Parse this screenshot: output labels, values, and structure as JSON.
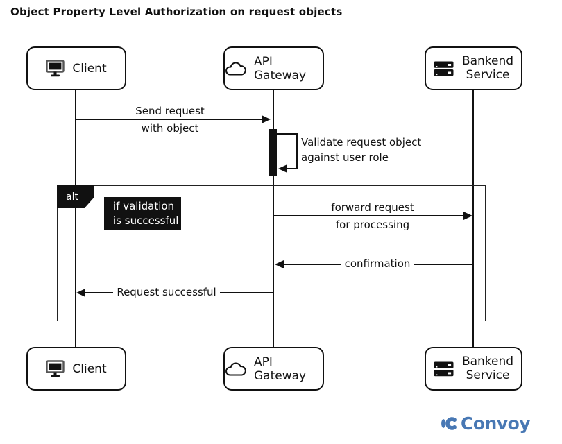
{
  "title": "Object Property Level Authorization on request objects",
  "actors": {
    "client": {
      "label": "Client",
      "icon": "monitor-icon"
    },
    "api_gateway": {
      "label": "API Gateway",
      "icon": "cloud-icon"
    },
    "backend": {
      "label_line1": "Bankend",
      "label_line2": "Service",
      "icon": "server-icon"
    }
  },
  "messages": [
    {
      "from": "Client",
      "to": "API Gateway",
      "type": "solid-arrow",
      "label_line1": "Send request",
      "label_line2": "with object"
    },
    {
      "from": "API Gateway",
      "to": "API Gateway",
      "type": "self-loop",
      "label_line1": "Validate request object",
      "label_line2": "against user role"
    },
    {
      "from": "API Gateway",
      "to": "Bankend Service",
      "type": "solid-arrow",
      "label_line1": "forward request",
      "label_line2": "for processing"
    },
    {
      "from": "Bankend Service",
      "to": "API Gateway",
      "type": "solid-arrow",
      "label": "confirmation"
    },
    {
      "from": "API Gateway",
      "to": "Client",
      "type": "solid-arrow",
      "label": "Request successful"
    }
  ],
  "alt_block": {
    "tag": "alt",
    "condition_line1": "if validation",
    "condition_line2": "is successful"
  },
  "logo": {
    "text": "Convoy",
    "color": "#4878B4"
  },
  "colors": {
    "diagram_line": "#111111",
    "activation_fill": "#111111",
    "label_block_bg": "#111111",
    "logo_blue": "#4878B4",
    "background": "#ffffff"
  }
}
